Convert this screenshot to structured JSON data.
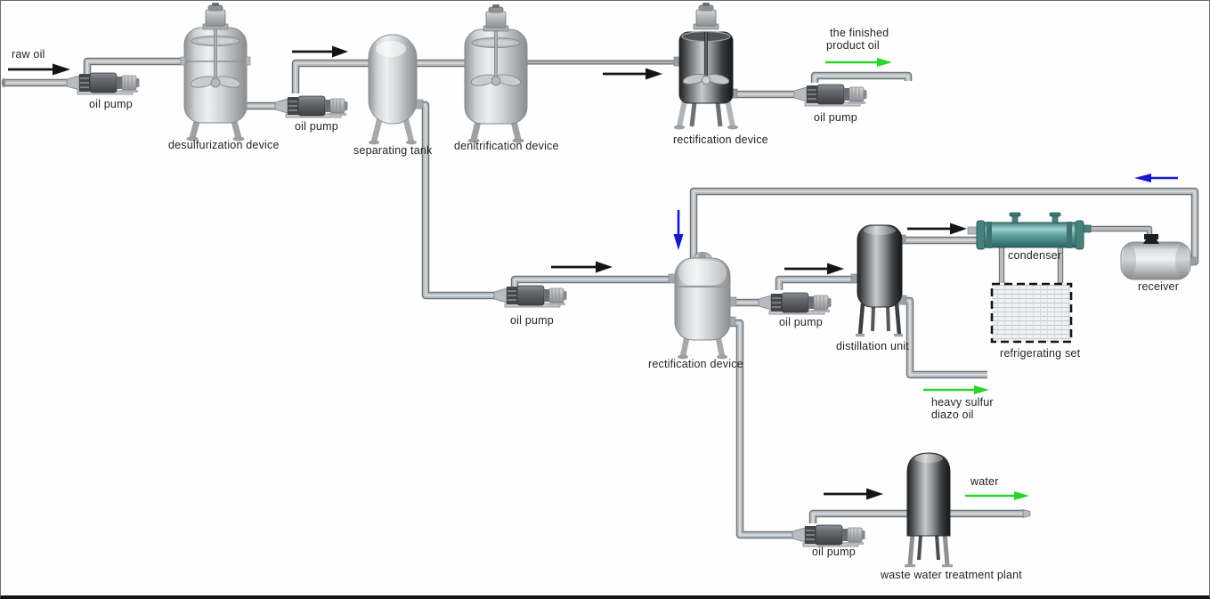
{
  "diagram_labels": {
    "raw_oil": "raw oil",
    "oil_pump_1": "oil pump",
    "desulfurization_device": "desulfurization device",
    "oil_pump_2": "oil pump",
    "separating_tank": "separating tank",
    "denitrification_device": "denitrification device",
    "rectification_device_1": "rectification device",
    "oil_pump_3": "oil pump",
    "finished_product_line1": "the finished",
    "finished_product_line2": "product oil",
    "oil_pump_4": "oil pump",
    "rectification_device_2": "rectification device",
    "oil_pump_5": "oil pump",
    "distillation_unit": "distillation unit",
    "condenser": "condenser",
    "refrigerating_set": "refrigerating set",
    "receiver": "receiver",
    "heavy_sulfur_line1": "heavy sulfur",
    "heavy_sulfur_line2": "diazo oil",
    "oil_pump_6": "oil pump",
    "waste_water_treatment_plant": "waste water treatment plant",
    "water": "water"
  },
  "colors": {
    "black_arrow": "#141414",
    "green_arrow": "#2bd42b",
    "blue_arrow": "#1717cf",
    "pipe_gray": "#b7bcc0",
    "condenser_teal": "#5f9e9b",
    "tank_light": "#d4d7d9",
    "tank_dark": "#3a3e40"
  }
}
